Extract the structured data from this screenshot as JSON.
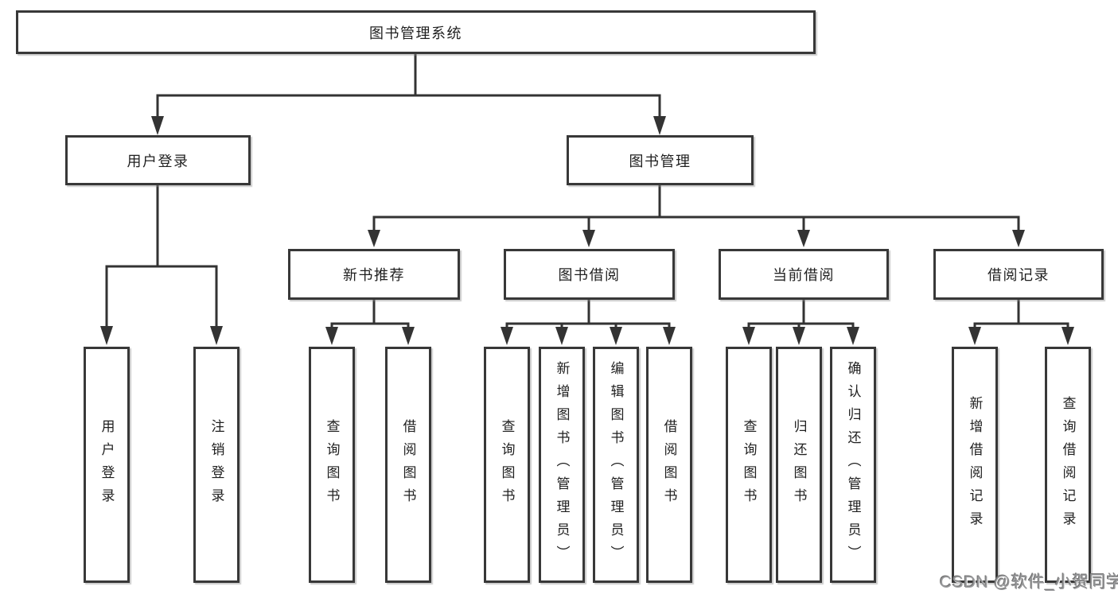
{
  "colors": {
    "line": "#333333",
    "box_border": "#383838",
    "text": "#1f1f1f",
    "watermark_text": "#98999b",
    "background": "#ffffff"
  },
  "watermark": "CSDN @软件_小贺同学",
  "tree": {
    "root": "图书管理系统",
    "login": {
      "label": "用户登录",
      "children": [
        "用户登录",
        "注销登录"
      ]
    },
    "mgmt": {
      "label": "图书管理",
      "groups": [
        {
          "label": "新书推荐",
          "children": [
            "查询图书",
            "借阅图书"
          ]
        },
        {
          "label": "图书借阅",
          "children": [
            "查询图书",
            "新增图书（管理员）",
            "编辑图书（管理员）",
            "借阅图书"
          ]
        },
        {
          "label": "当前借阅",
          "children": [
            "查询图书",
            "归还图书",
            "确认归还（管理员）"
          ]
        },
        {
          "label": "借阅记录",
          "children": [
            "新增借阅记录",
            "查询借阅记录"
          ]
        }
      ]
    }
  }
}
